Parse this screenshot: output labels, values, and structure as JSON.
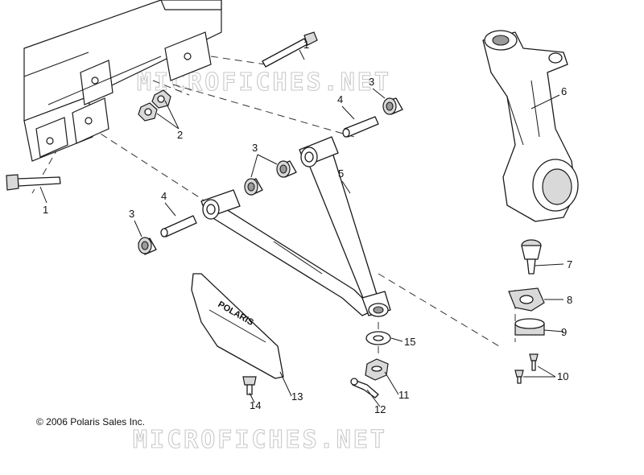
{
  "copyright": "© 2006 Polaris Sales Inc.",
  "watermark": "MICROFICHES.NET",
  "guard_logo": "POLARIS",
  "callouts": [
    {
      "id": "bolt-top",
      "label": "1"
    },
    {
      "id": "bolt-left",
      "label": "1"
    },
    {
      "id": "nuts",
      "label": "2"
    },
    {
      "id": "bushing-top",
      "label": "3"
    },
    {
      "id": "bushing-mid",
      "label": "3"
    },
    {
      "id": "bushing-left",
      "label": "3"
    },
    {
      "id": "sleeve-top",
      "label": "4"
    },
    {
      "id": "sleeve-left",
      "label": "4"
    },
    {
      "id": "a-arm",
      "label": "5"
    },
    {
      "id": "spindle",
      "label": "6"
    },
    {
      "id": "ball-joint",
      "label": "7"
    },
    {
      "id": "plate",
      "label": "8"
    },
    {
      "id": "cap",
      "label": "9"
    },
    {
      "id": "screws",
      "label": "10"
    },
    {
      "id": "castle-nut",
      "label": "11"
    },
    {
      "id": "cotter-pin",
      "label": "12"
    },
    {
      "id": "guard",
      "label": "13"
    },
    {
      "id": "guard-screw",
      "label": "14"
    },
    {
      "id": "washer",
      "label": "15"
    }
  ]
}
